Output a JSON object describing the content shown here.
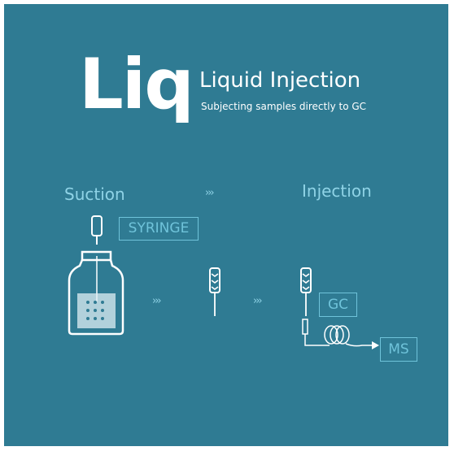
{
  "header": {
    "abbr": "Liq",
    "title": "Liquid Injection",
    "subtitle": "Subjecting samples directly to GC"
  },
  "steps": {
    "suction": "Suction",
    "injection": "Injection",
    "arrow": "›››"
  },
  "labels": {
    "syringe": "SYRINGE",
    "gc": "GC",
    "ms": "MS"
  },
  "colors": {
    "background": "#2f7b93",
    "accent": "#8fd3e6",
    "text": "#ffffff"
  }
}
